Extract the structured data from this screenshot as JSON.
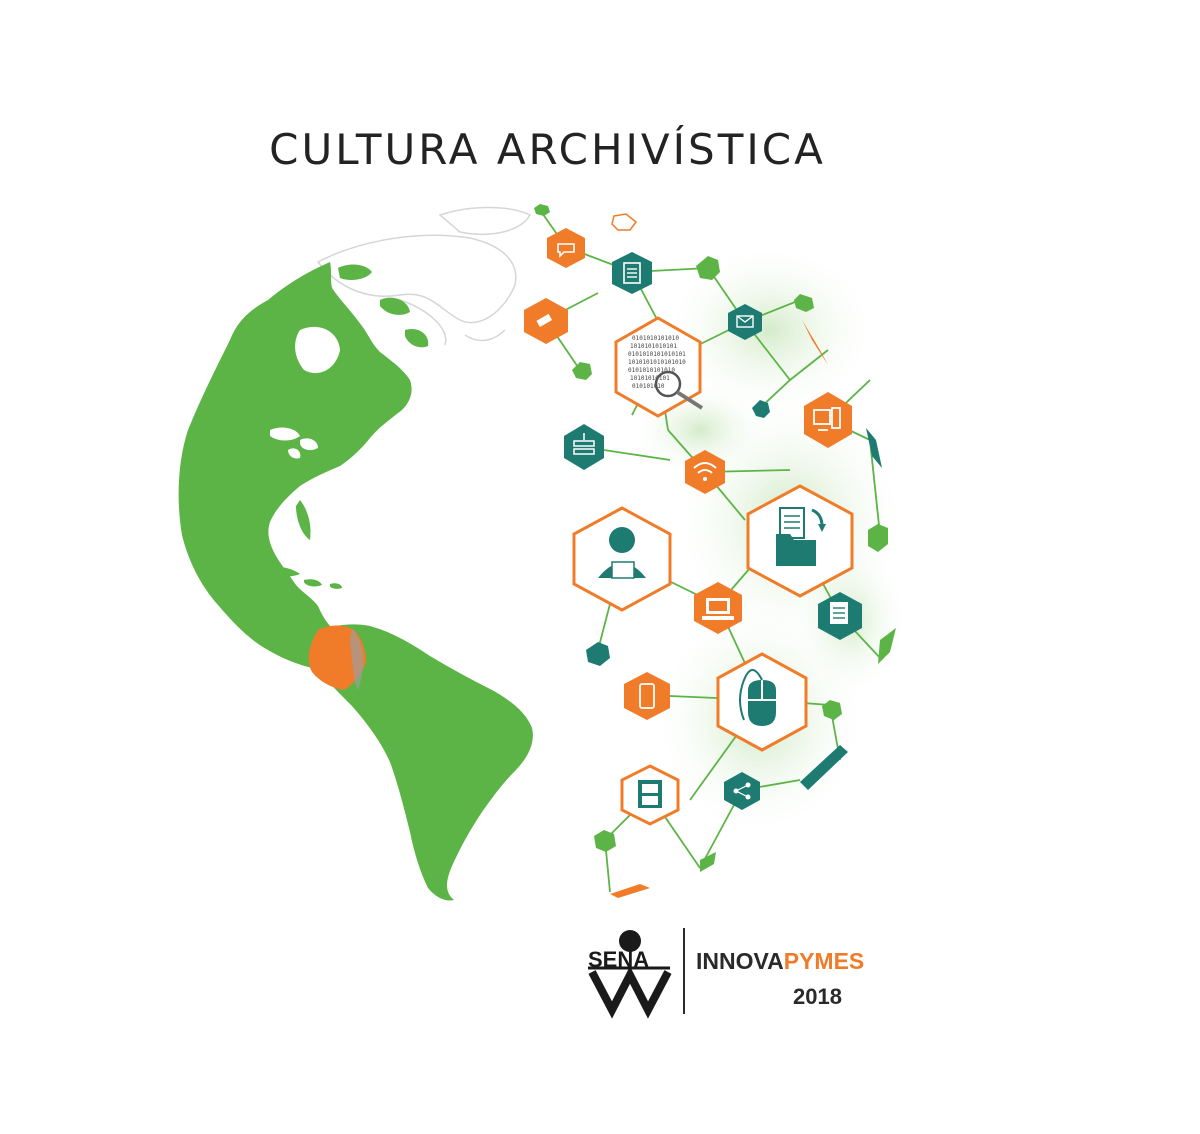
{
  "title": "CULTURA ARCHIVÍSTICA",
  "brand": {
    "logo_text": "SENA",
    "program_part1": "INNOVA",
    "program_part2": "PYMES",
    "year": "2018"
  },
  "colors": {
    "green": "#5cb446",
    "orange": "#f07c2a",
    "teal": "#1e7b72",
    "dark": "#232323"
  },
  "icons": [
    "chat-icon",
    "document-icon",
    "usb-icon",
    "binary-search-icon",
    "email-icon",
    "computer-icon",
    "server-icon",
    "wifi-icon",
    "user-laptop-icon",
    "folder-documents-icon",
    "laptop-icon",
    "newspaper-icon",
    "mobile-icon",
    "mouse-icon",
    "filing-cabinet-icon",
    "share-icon"
  ]
}
